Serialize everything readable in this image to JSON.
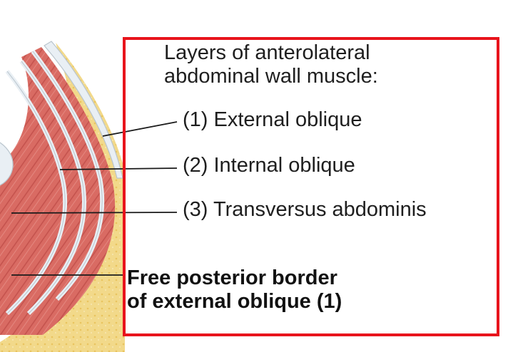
{
  "diagram": {
    "title_lines": [
      "Layers of anterolateral",
      "abdominal wall muscle:"
    ],
    "labels": [
      "(1) External oblique",
      "(2) Internal oblique",
      "(3) Transversus abdominis"
    ],
    "bold_label_lines": [
      "Free posterior border",
      "of external oblique (1)"
    ]
  },
  "colors": {
    "highlight_box": "#e8141c",
    "muscle": "#d96b63",
    "fascia": "#e9eff4",
    "fat": "#f2d98a",
    "leader_line": "#1a1a1a"
  }
}
